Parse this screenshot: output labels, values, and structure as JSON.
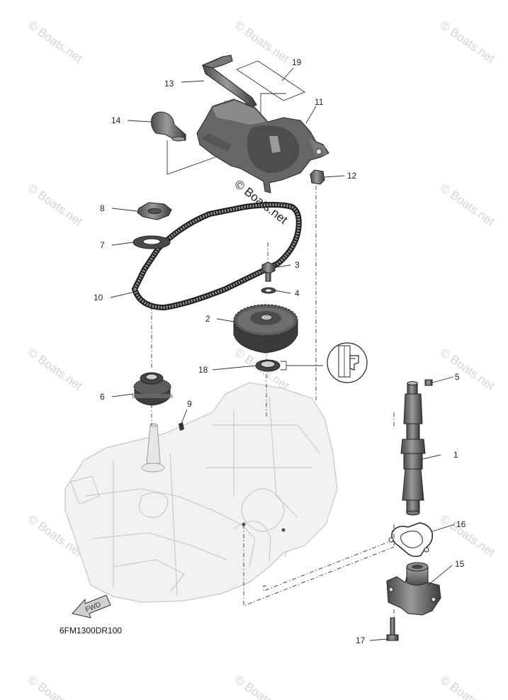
{
  "watermark_text": "© Boats.net",
  "diagram_code": "6FM1300DR100",
  "fwd_label": "FWD",
  "callouts": {
    "c1": "1",
    "c2": "2",
    "c3": "3",
    "c4": "4",
    "c5": "5",
    "c6": "6",
    "c7": "7",
    "c8": "8",
    "c9": "9",
    "c10": "10",
    "c11": "11",
    "c12": "12",
    "c13": "13",
    "c14": "14",
    "c15": "15",
    "c16": "16",
    "c17": "17",
    "c18": "18",
    "c19": "19"
  }
}
